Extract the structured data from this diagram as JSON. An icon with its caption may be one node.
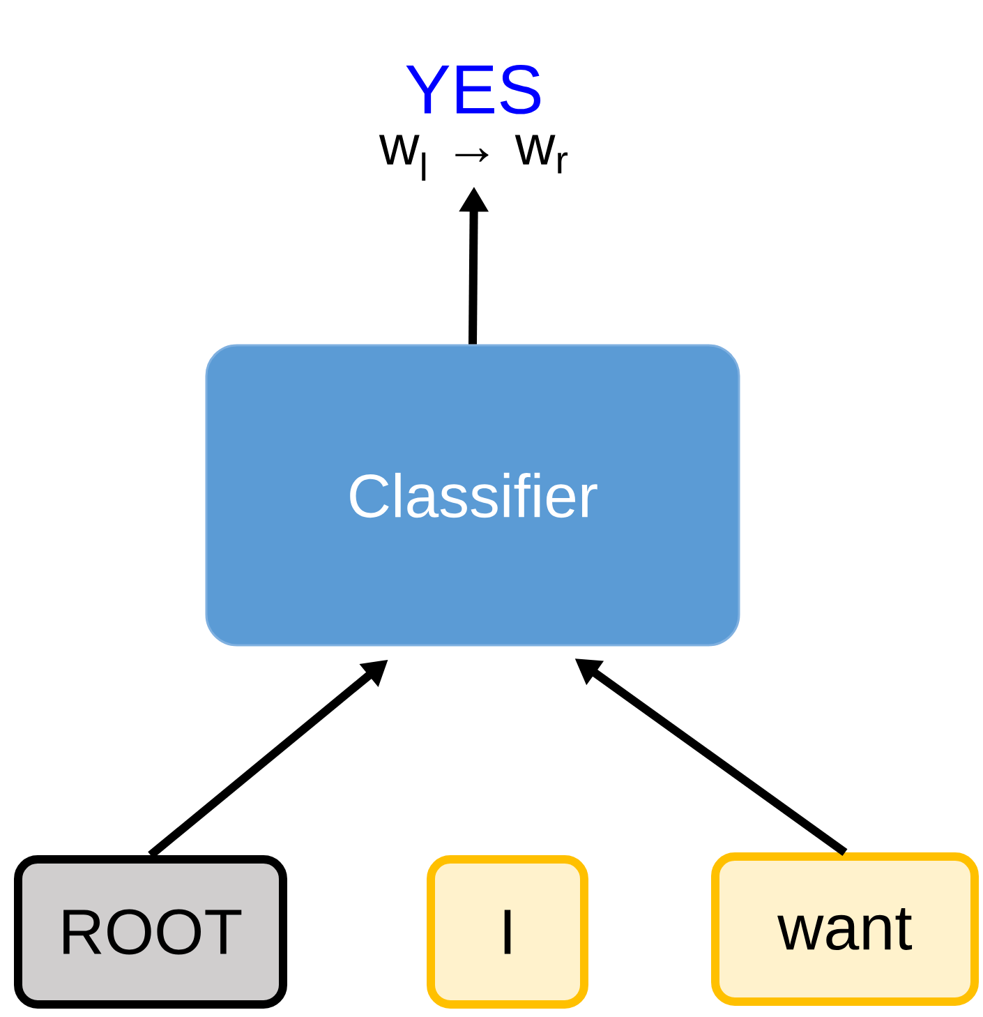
{
  "diagram": {
    "nodes": [
      {
        "text": [
          "YES",
          "w$_{l}$ → w$_{r}$"
        ]
      },
      {
        "text": [
          "Classifier"
        ]
      },
      {
        "text": [
          "ROOT"
        ]
      },
      {
        "text": [
          "I"
        ]
      },
      {
        "text": [
          "want"
        ]
      }
    ],
    "edges": [
      {
        "from": 1,
        "to": 0,
        "arrow": "to"
      },
      {
        "from": 2,
        "to": 1,
        "arrow": "to"
      },
      {
        "from": 4,
        "to": 1,
        "arrow": "to"
      }
    ]
  }
}
